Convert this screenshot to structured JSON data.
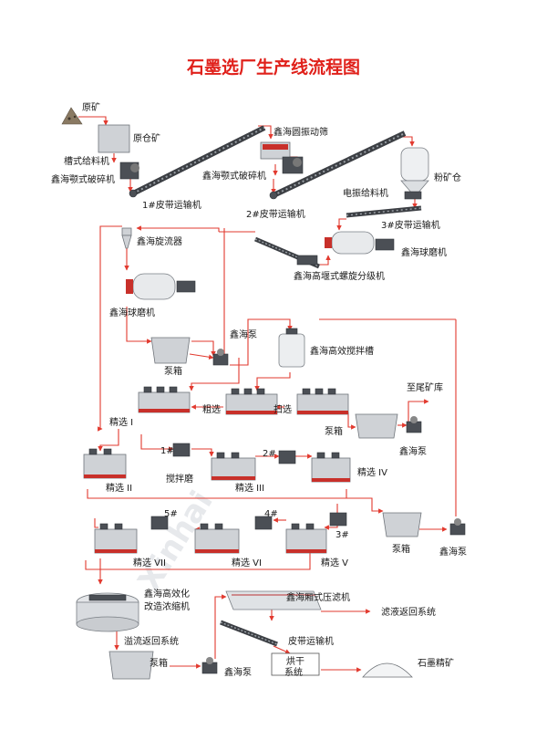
{
  "title": "石墨选厂生产线流程图",
  "watermark": "Xinhai",
  "labels": {
    "raw_ore": "原矿",
    "raw_bin": "原仓矿",
    "trough_feeder": "槽式给料机",
    "jaw1": "鑫海颚式破碎机",
    "conveyor1": "1#皮带运输机",
    "screen": "鑫海圆振动筛",
    "jaw2": "鑫海颚式破碎机",
    "conveyor2": "2#皮带运输机",
    "powder_bin": "粉矿仓",
    "vib_feeder": "电振给料机",
    "conveyor3": "3#皮带运输机",
    "ballmill1": "鑫海球磨机",
    "classifier": "鑫海高堰式螺旋分级机",
    "cyclone": "鑫海旋流器",
    "ballmill2": "鑫海球磨机",
    "pumpbox1": "泵箱",
    "pump1": "鑫海泵",
    "agitator": "鑫海高效搅拌槽",
    "rougher": "粗选",
    "scavenger": "扫选",
    "cleaner1": "精选 I",
    "tailings": "至尾矿库",
    "pumpbox2": "泵箱",
    "pump2": "鑫海泵",
    "m1": "1#",
    "m2": "2#",
    "stir_mill": "搅拌磨",
    "cleaner2": "精选 II",
    "cleaner3": "精选 III",
    "cleaner4": "精选 IV",
    "m5": "5#",
    "m4": "4#",
    "m3": "3#",
    "pumpbox3": "泵箱",
    "pump3": "鑫海泵",
    "cleaner7": "精选 VII",
    "cleaner6": "精选 VI",
    "cleaner5": "精选 V",
    "thickener_a": "鑫海高效化",
    "thickener_b": "改造浓缩机",
    "overflow": "溢流返回系统",
    "filter_press": "鑫海厢式压滤机",
    "filtrate": "滤液返回系统",
    "belt": "皮带运输机",
    "pumpbox4": "泵箱",
    "pump4": "鑫海泵",
    "dry_a": "烘干",
    "dry_b": "系统",
    "product": "石墨精矿"
  }
}
